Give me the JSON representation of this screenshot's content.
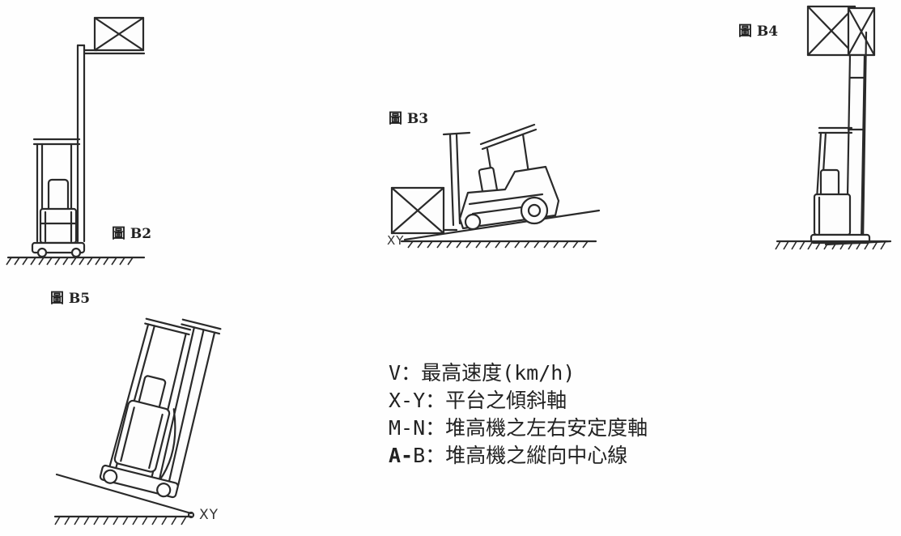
{
  "figures": [
    {
      "id": "B2",
      "label": "圖 B2"
    },
    {
      "id": "B3",
      "label": "圖 B3"
    },
    {
      "id": "B4",
      "label": "圖 B4"
    },
    {
      "id": "B5",
      "label": "圖 B5"
    }
  ],
  "axis_marks": {
    "b3_left": "XY",
    "b5_right": "XY"
  },
  "legend": [
    {
      "key": "V",
      "sep": "：",
      "text": "最高速度(km/h)"
    },
    {
      "key": "X-Y",
      "sep": "：",
      "text": "平台之傾斜軸"
    },
    {
      "key": "M-N",
      "sep": "：",
      "text": "堆高機之左右安定度軸"
    },
    {
      "key_bold": "A-",
      "key": "B",
      "sep": "：",
      "text": "堆高機之縱向中心線"
    }
  ]
}
